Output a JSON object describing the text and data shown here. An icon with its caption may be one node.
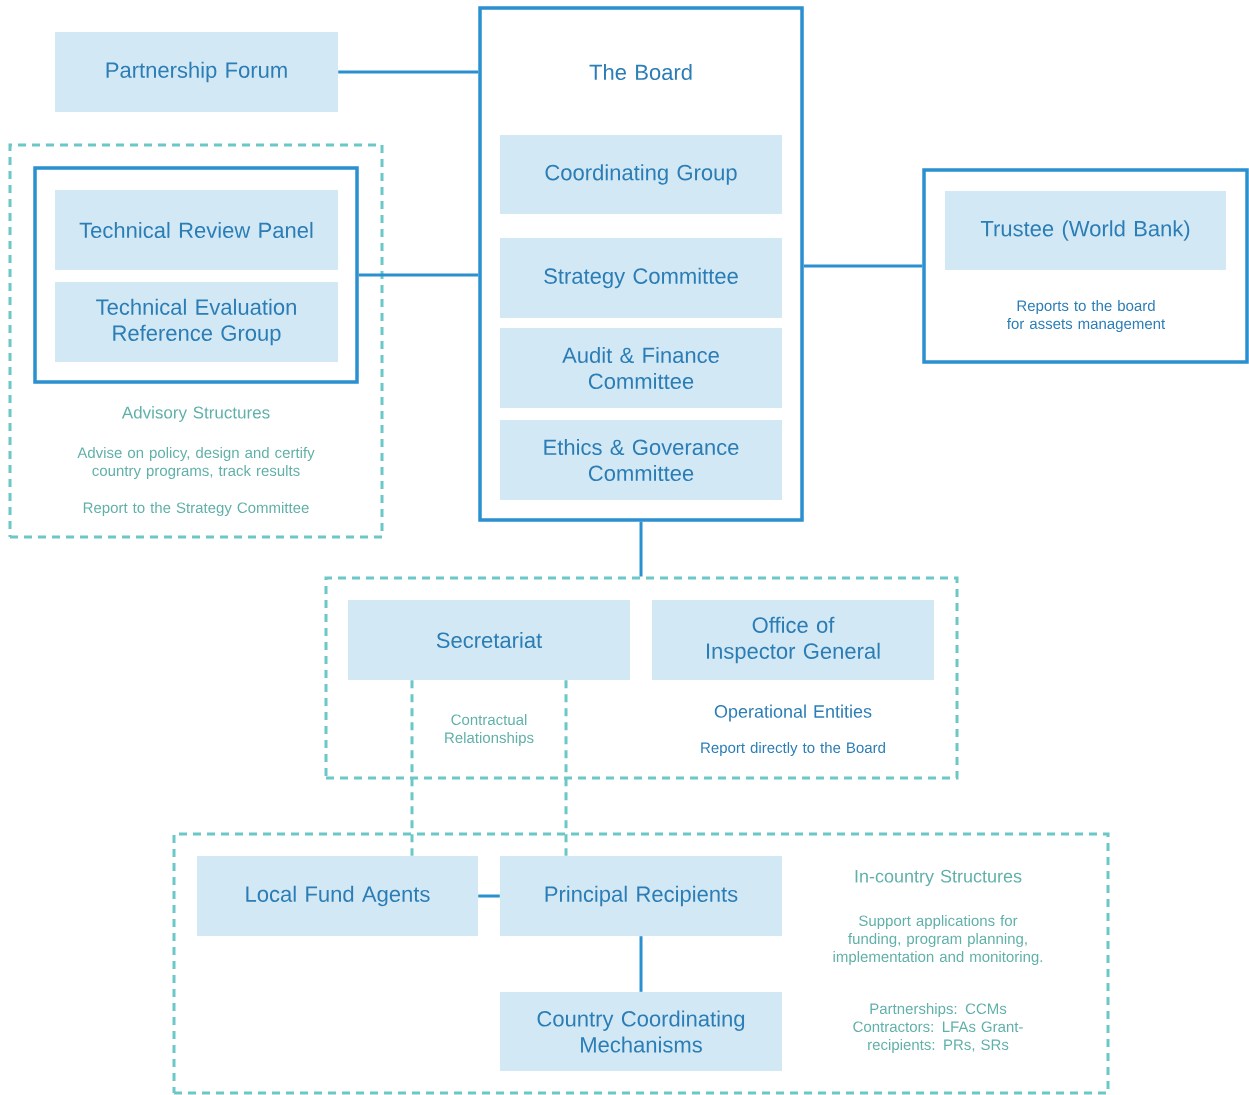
{
  "diagram": {
    "nodes": [
      {
        "text": [
          "Partnership Forum"
        ]
      },
      {
        "text": [
          "Advisory Structures",
          "Advise on policy, design and certify country programs, track results",
          "Report to the Strategy Committee"
        ]
      },
      {
        "text": [],
        "shape": "box",
        "in": 1
      },
      {
        "text": [
          "Technical Review Panel"
        ],
        "in": 2
      },
      {
        "text": [
          "Technical Evaluation Reference Group"
        ],
        "in": 2
      },
      {
        "text": [
          "The Board"
        ]
      },
      {
        "text": [
          "Coordinating Group"
        ],
        "in": 5
      },
      {
        "text": [
          "Strategy Committee"
        ],
        "in": 5
      },
      {
        "text": [
          "Audit & Finance Committee"
        ],
        "in": 5
      },
      {
        "text": [
          "Ethics & Goverance Committee"
        ],
        "in": 5
      },
      {
        "text": [
          "Reports to the board for assets management"
        ]
      },
      {
        "text": [
          "Trustee (World Bank)"
        ],
        "in": 10
      },
      {
        "text": [
          "Operational Entities",
          "Report directly to the Board"
        ]
      },
      {
        "text": [
          "Secretariat"
        ],
        "in": 12
      },
      {
        "text": [
          "Office of Inspector General"
        ],
        "in": 12
      },
      {
        "text": [
          "In-country Structures",
          "Support applications for funding, program planning, implementation and monitoring.",
          "Partnerships: CCMs Contractors: LFAs Grant-recipients: PRs, SRs"
        ]
      },
      {
        "text": [
          "Local Fund Agents"
        ],
        "in": 15
      },
      {
        "text": [
          "Principal Recipients"
        ],
        "in": 15
      },
      {
        "text": [
          "Country Coordinating Mechanisms"
        ],
        "in": 15
      }
    ],
    "edges": [
      {
        "from": 0,
        "to": 5,
        "arrow": "none"
      },
      {
        "from": 2,
        "to": 5,
        "arrow": "none"
      },
      {
        "from": 5,
        "to": 10,
        "arrow": "none"
      },
      {
        "from": 5,
        "to": 12,
        "arrow": "none"
      },
      {
        "from": 13,
        "to": 16,
        "arrow": "none",
        "style": "dashed",
        "color": "#6cc7c7"
      },
      {
        "from": 13,
        "to": 17,
        "arrow": "none",
        "style": "dashed",
        "color": "#6cc7c7"
      },
      {
        "from": 16,
        "to": 17,
        "arrow": "none"
      },
      {
        "from": 17,
        "to": 18,
        "arrow": "none"
      }
    ],
    "labels": [
      "Contractual Relationships"
    ]
  }
}
